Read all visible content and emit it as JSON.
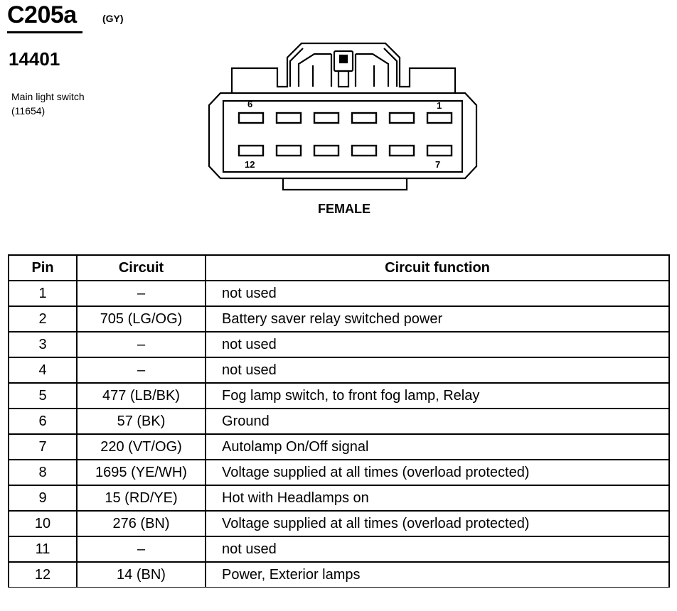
{
  "header": {
    "connector_id": "C205a",
    "color_code": "(GY)",
    "part_number": "14401",
    "component_name": "Main light switch",
    "component_code": "(11654)"
  },
  "diagram": {
    "pin_label_top_left": "6",
    "pin_label_top_right": "1",
    "pin_label_bottom_left": "12",
    "pin_label_bottom_right": "7",
    "gender": "FEMALE"
  },
  "table": {
    "headers": [
      "Pin",
      "Circuit",
      "Circuit function"
    ],
    "rows": [
      {
        "pin": "1",
        "circuit": "–",
        "function": "not used"
      },
      {
        "pin": "2",
        "circuit": "705 (LG/OG)",
        "function": "Battery saver relay switched power"
      },
      {
        "pin": "3",
        "circuit": "–",
        "function": "not used"
      },
      {
        "pin": "4",
        "circuit": "–",
        "function": "not used"
      },
      {
        "pin": "5",
        "circuit": "477 (LB/BK)",
        "function": "Fog lamp switch, to front fog lamp, Relay"
      },
      {
        "pin": "6",
        "circuit": "57 (BK)",
        "function": "Ground"
      },
      {
        "pin": "7",
        "circuit": "220 (VT/OG)",
        "function": "Autolamp On/Off signal"
      },
      {
        "pin": "8",
        "circuit": "1695 (YE/WH)",
        "function": "Voltage supplied at all times (overload protected)"
      },
      {
        "pin": "9",
        "circuit": "15 (RD/YE)",
        "function": "Hot with Headlamps on"
      },
      {
        "pin": "10",
        "circuit": "276 (BN)",
        "function": "Voltage supplied at all times (overload protected)"
      },
      {
        "pin": "11",
        "circuit": "–",
        "function": "not used"
      },
      {
        "pin": "12",
        "circuit": "14 (BN)",
        "function": "Power, Exterior lamps"
      }
    ]
  }
}
